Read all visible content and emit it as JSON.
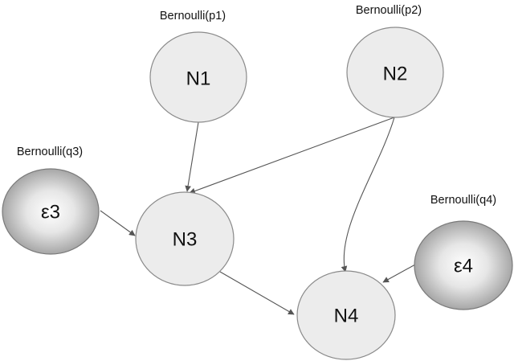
{
  "nodes": {
    "n1": {
      "label": "N1",
      "distribution": "Bernoulli(p1)"
    },
    "n2": {
      "label": "N2",
      "distribution": "Bernoulli(p2)"
    },
    "n3": {
      "label": "N3"
    },
    "n4": {
      "label": "N4"
    },
    "e3": {
      "label": "ε3",
      "distribution": "Bernoulli(q3)"
    },
    "e4": {
      "label": "ε4",
      "distribution": "Bernoulli(q4)"
    }
  },
  "edges": [
    {
      "from": "N1",
      "to": "N3"
    },
    {
      "from": "N2",
      "to": "N3"
    },
    {
      "from": "N2",
      "to": "N4"
    },
    {
      "from": "ε3",
      "to": "N3"
    },
    {
      "from": "N3",
      "to": "N4"
    },
    {
      "from": "ε4",
      "to": "N4"
    }
  ],
  "colors": {
    "node_fill": "#ececec",
    "node_stroke": "#8a8a8a",
    "noise_gradient_center": "#ffffff",
    "noise_gradient_edge": "#9a9a9a",
    "edge": "#555555"
  }
}
